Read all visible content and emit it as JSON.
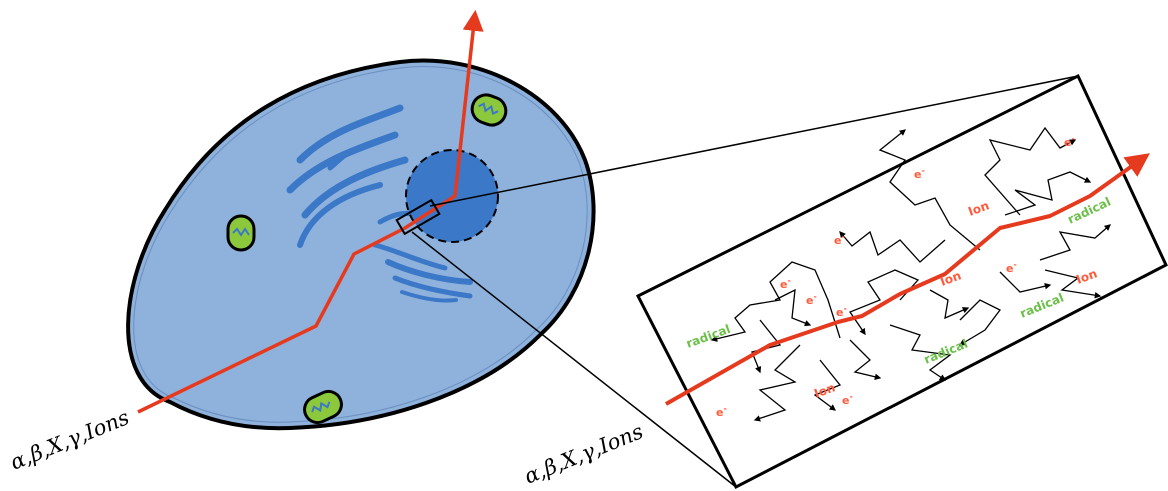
{
  "labels": {
    "radiation_types_cell": "α,β,X,γ,Ions",
    "radiation_types_zoom": "α,β,X,γ,Ions",
    "radical": "radical",
    "ion": "Ion",
    "electron": "e",
    "electron_sup": "-"
  },
  "colors": {
    "cytoplasm": "#8eb2dc",
    "nucleus": "#3c78c8",
    "organelle": "#3c78c8",
    "mitochondrion": "#8cc83c",
    "track": "#e63a1e",
    "radical": "#6cc04a",
    "ion": "#ff5a3c"
  }
}
